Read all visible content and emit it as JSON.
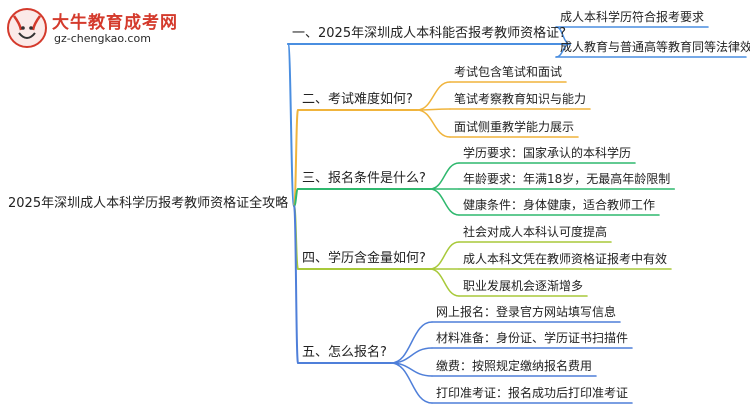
{
  "logo": {
    "title": "大牛教育成考网",
    "url": "gz-chengkao.com"
  },
  "mindmap": {
    "root": "2025年深圳成人本科学历报考教师资格证全攻略",
    "branches": [
      {
        "label": "一、2025年深圳成人本科能否报考教师资格证?",
        "color": "#4a8ee0",
        "leaves": [
          "成人本科学历符合报考要求",
          "成人教育与普通高等教育同等法律效力"
        ]
      },
      {
        "label": "二、考试难度如何?",
        "color": "#f0b43c",
        "leaves": [
          "考试包含笔试和面试",
          "笔试考察教育知识与能力",
          "面试侧重教学能力展示"
        ]
      },
      {
        "label": "三、报名条件是什么?",
        "color": "#2fb86e",
        "leaves": [
          "学历要求：国家承认的本科学历",
          "年龄要求：年满18岁，无最高年龄限制",
          "健康条件：身体健康，适合教师工作"
        ]
      },
      {
        "label": "四、学历含金量如何?",
        "color": "#a8c93a",
        "leaves": [
          "社会对成人本科认可度提高",
          "成人本科文凭在教师资格证报考中有效",
          "职业发展机会逐渐增多"
        ]
      },
      {
        "label": "五、怎么报名?",
        "color": "#4f7fd9",
        "leaves": [
          "网上报名：登录官方网站填写信息",
          "材料准备：身份证、学历证书扫描件",
          "缴费：按照规定缴纳报名费用",
          "打印准考证：报名成功后打印准考证"
        ]
      }
    ]
  }
}
